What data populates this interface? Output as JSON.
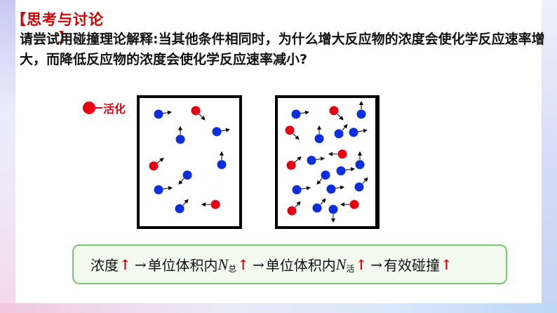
{
  "slide": {
    "title": "【思考与讨论",
    "title_close": "】",
    "question": "请尝试用碰撞理论解释:当其他条件相同时，为什么增大反应物的浓度会使化学反应速率增大，而降低反应物的浓度会使化学反应速率减小?",
    "legend_label": "活化",
    "formula": {
      "part1": "浓度",
      "up": "↑",
      "arrow": "→",
      "part2": "单位体积内",
      "n_symbol": "N",
      "sub_total": "总",
      "sub_active": "活",
      "part4": "有效碰撞"
    }
  },
  "colors": {
    "title_red": "#d00000",
    "active_red": "#e60012",
    "molecule_blue": "#0a2ee0",
    "formula_border": "#7bc66f",
    "formula_bg": "#f3fbef"
  }
}
